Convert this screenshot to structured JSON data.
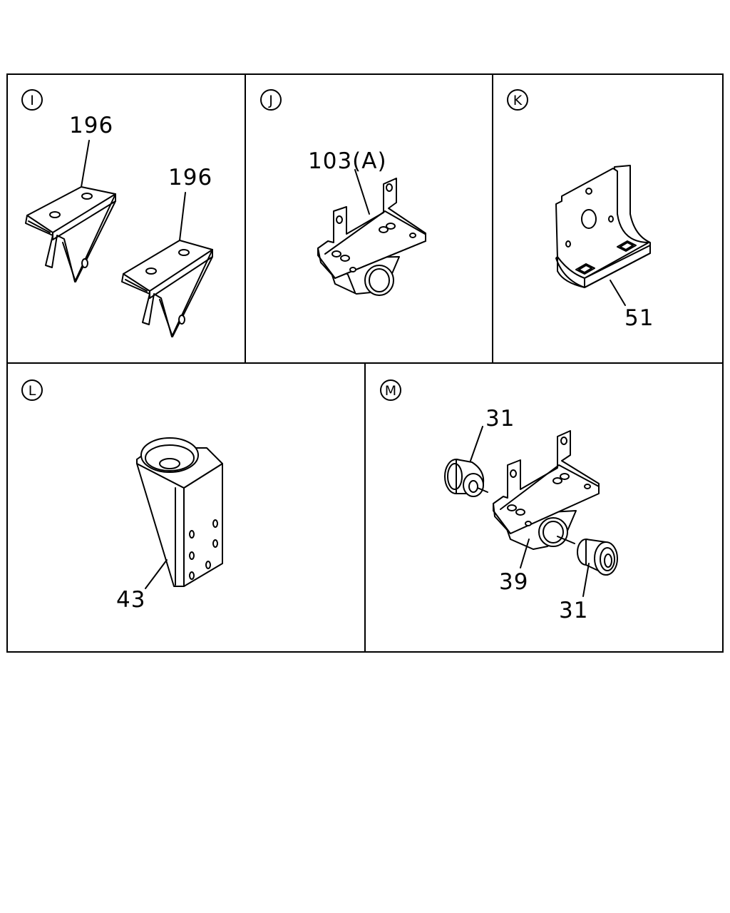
{
  "panels": [
    {
      "id": "I",
      "callouts": [
        "196",
        "196"
      ]
    },
    {
      "id": "J",
      "callouts": [
        "103(A)"
      ]
    },
    {
      "id": "K",
      "callouts": [
        "51"
      ]
    },
    {
      "id": "L",
      "callouts": [
        "43"
      ]
    },
    {
      "id": "M",
      "callouts": [
        "31",
        "39",
        "31"
      ]
    }
  ]
}
